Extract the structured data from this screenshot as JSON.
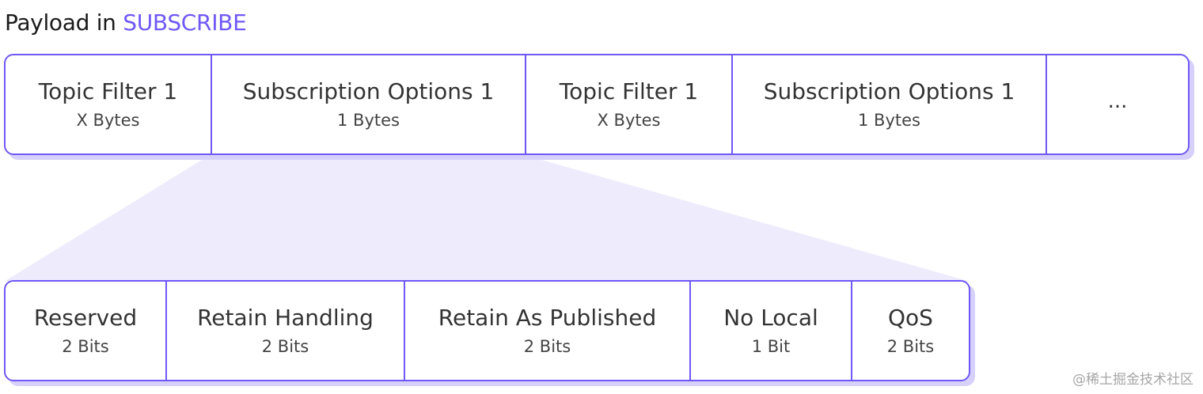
{
  "title": {
    "prefix": "Payload in",
    "accent": "SUBSCRIBE"
  },
  "top_row": [
    {
      "name": "Topic Filter 1",
      "size": "X Bytes"
    },
    {
      "name": "Subscription Options 1",
      "size": "1 Bytes"
    },
    {
      "name": "Topic Filter 1",
      "size": "X Bytes"
    },
    {
      "name": "Subscription Options 1",
      "size": "1 Bytes"
    },
    {
      "name": "...",
      "size": ""
    }
  ],
  "bottom_row": [
    {
      "name": "Reserved",
      "size": "2 Bits"
    },
    {
      "name": "Retain Handling",
      "size": "2 Bits"
    },
    {
      "name": "Retain As Published",
      "size": "2 Bits"
    },
    {
      "name": "No Local",
      "size": "1 Bit"
    },
    {
      "name": "QoS",
      "size": "2 Bits"
    }
  ],
  "colors": {
    "accent": "#6f58f6",
    "shadow": "#d6d0fb",
    "connector": "#eeebfd"
  },
  "watermark": "@稀土掘金技术社区"
}
